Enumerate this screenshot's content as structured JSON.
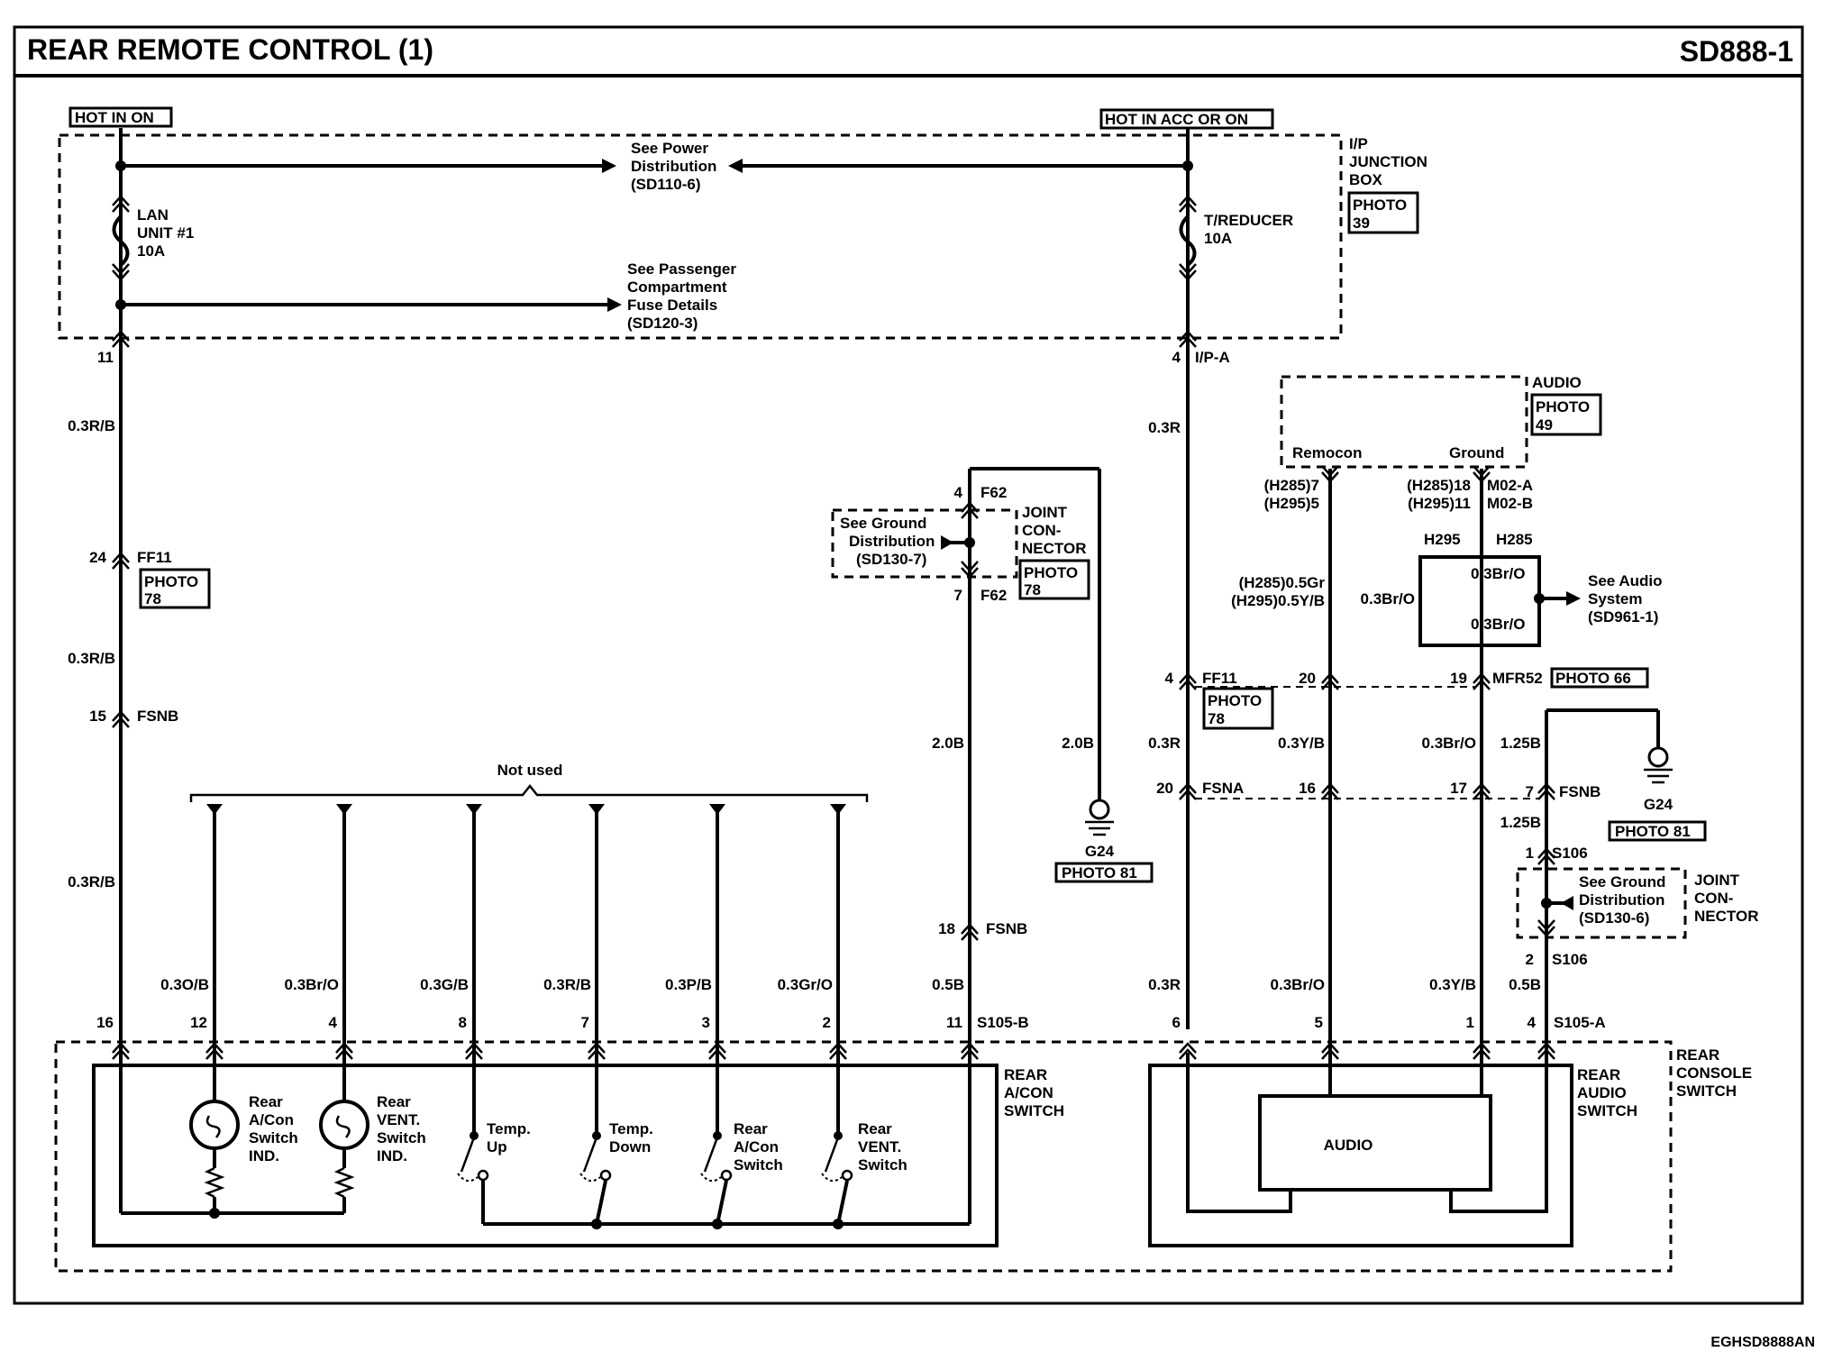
{
  "header": {
    "title": "REAR REMOTE CONTROL (1)",
    "code": "SD888-1",
    "footer_code": "EGHSD8888AN"
  },
  "power": {
    "hot_on": "HOT IN ON",
    "hot_acc": "HOT IN ACC OR ON",
    "see_power_1": "See Power",
    "see_power_2": "Distribution",
    "see_power_3": "(SD110-6)",
    "see_pass_1": "See Passenger",
    "see_pass_2": "Compartment",
    "see_pass_3": "Fuse Details",
    "see_pass_4": "(SD120-3)",
    "fuse_left_1": "LAN",
    "fuse_left_2": "UNIT #1",
    "fuse_left_3": "10A",
    "fuse_right_1": "T/REDUCER",
    "fuse_right_2": "10A",
    "jb_1": "I/P",
    "jb_2": "JUNCTION",
    "jb_3": "BOX",
    "jb_photo_1": "PHOTO",
    "jb_photo_2": "39"
  },
  "left_wire": {
    "pin11": "11",
    "w1": "0.3R/B",
    "pin24": "24",
    "ff11": "FF11",
    "photo_1": "PHOTO",
    "photo_2": "78",
    "w2": "0.3R/B",
    "pin15": "15",
    "fsnb": "FSNB",
    "w3": "0.3R/B"
  },
  "ground_left": {
    "pin4": "4",
    "f62a": "F62",
    "pin7": "7",
    "f62b": "F62",
    "see_1": "See Ground",
    "see_2": "Distribution",
    "see_3": "(SD130-7)",
    "jc_1": "JOINT",
    "jc_2": "CON-",
    "jc_3": "NECTOR",
    "photo_1": "PHOTO",
    "photo_2": "78",
    "w_a": "2.0B",
    "w_b": "2.0B",
    "g24": "G24",
    "g_photo": "PHOTO 81",
    "pin18": "18",
    "fsnb": "FSNB",
    "w_c": "0.5B"
  },
  "not_used": "Not used",
  "ac_switch": {
    "connector": "S105-B",
    "wires": [
      "0.3O/B",
      "0.3Br/O",
      "0.3G/B",
      "0.3R/B",
      "0.3P/B",
      "0.3Gr/O",
      "0.5B"
    ],
    "pins": [
      "16",
      "12",
      "4",
      "8",
      "7",
      "3",
      "2",
      "11"
    ],
    "name_1": "REAR",
    "name_2": "A/CON",
    "name_3": "SWITCH",
    "ind1_1": "Rear",
    "ind1_2": "A/Con",
    "ind1_3": "Switch",
    "ind1_4": "IND.",
    "ind2_1": "Rear",
    "ind2_2": "VENT.",
    "ind2_3": "Switch",
    "ind2_4": "IND.",
    "sw1_1": "Temp.",
    "sw1_2": "Up",
    "sw2_1": "Temp.",
    "sw2_2": "Down",
    "sw3_1": "Rear",
    "sw3_2": "A/Con",
    "sw3_3": "Switch",
    "sw4_1": "Rear",
    "sw4_2": "VENT.",
    "sw4_3": "Switch"
  },
  "right_side": {
    "pin4": "4",
    "ipa": "I/P-A",
    "w1": "0.3R",
    "audio_1": "AUDIO",
    "audio_photo_1": "PHOTO",
    "audio_photo_2": "49",
    "remocon": "Remocon",
    "ground": "Ground",
    "h285_7": "(H285)7",
    "h295_5": "(H295)5",
    "h285_18": "(H285)18",
    "h295_11": "(H295)11",
    "m02a": "M02-A",
    "m02b": "M02-B",
    "h295": "H295",
    "h285": "H285",
    "w_rem_1": "(H285)0.5Gr",
    "w_rem_2": "(H295)0.5Y/B",
    "w_br1": "0.3Br/O",
    "w_br2": "0.3Br/O",
    "w_br3": "0.3Br/O",
    "see_audio_1": "See Audio",
    "see_audio_2": "System",
    "see_audio_3": "(SD961-1)",
    "ff11_pin": "4",
    "ff11": "FF11",
    "ff_photo_1": "PHOTO",
    "ff_photo_2": "78",
    "p20": "20",
    "p19": "19",
    "mfr52": "MFR52",
    "mfr_photo": "PHOTO 66",
    "w_r": "0.3R",
    "w_yb": "0.3Y/B",
    "w_bro": "0.3Br/O",
    "w_125": "1.25B",
    "g24": "G24",
    "g_photo": "PHOTO 81",
    "p20b": "20",
    "fsna": "FSNA",
    "p16": "16",
    "p17": "17",
    "p7": "7",
    "fsnb": "FSNB",
    "w_125b": "1.25B",
    "p1": "1",
    "s106a": "S106",
    "see_gd_1": "See Ground",
    "see_gd_2": "Distribution",
    "see_gd_3": "(SD130-6)",
    "jc_1": "JOINT",
    "jc_2": "CON-",
    "jc_3": "NECTOR",
    "p2": "2",
    "s106b": "S106",
    "w_r2": "0.3R",
    "w_bro2": "0.3Br/O",
    "w_yb2": "0.3Y/B",
    "w_05b": "0.5B",
    "p6": "6",
    "p5": "5",
    "p1b": "1",
    "p4b": "4",
    "s105a": "S105-A",
    "ras_1": "REAR",
    "ras_2": "AUDIO",
    "ras_3": "SWITCH",
    "rcs_1": "REAR",
    "rcs_2": "CONSOLE",
    "rcs_3": "SWITCH",
    "audio_box": "AUDIO"
  }
}
